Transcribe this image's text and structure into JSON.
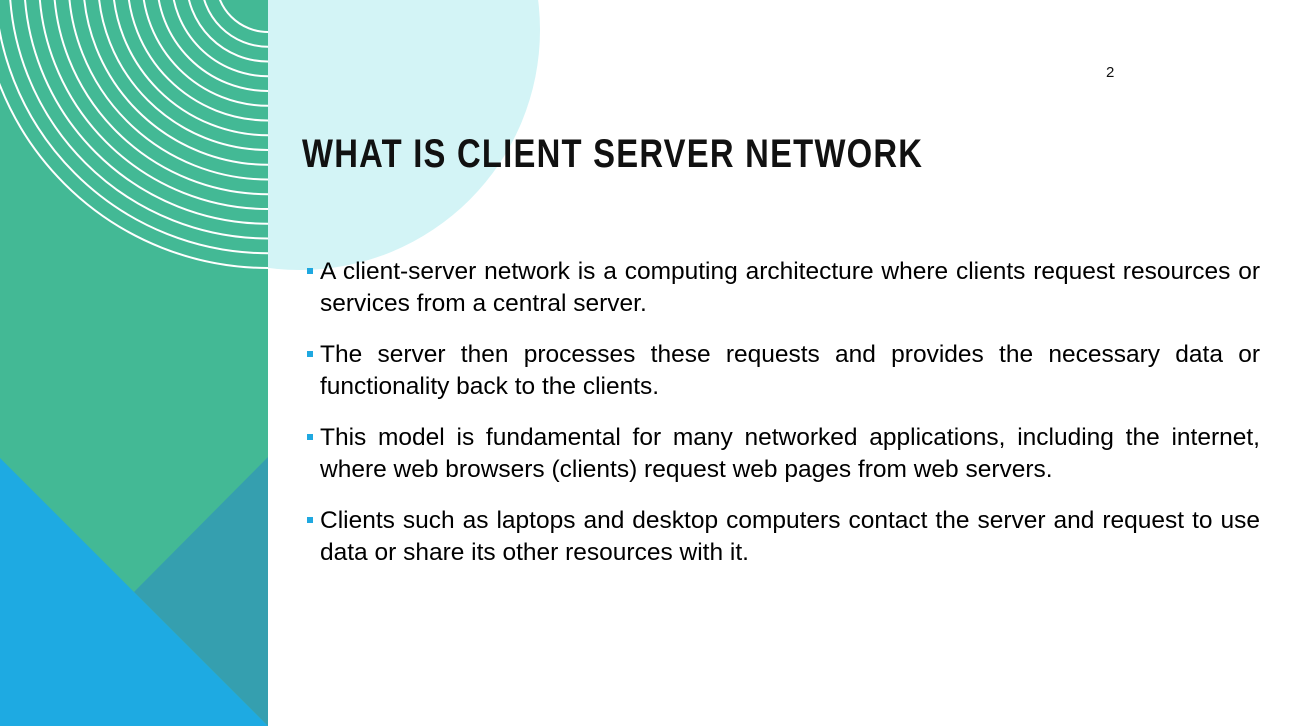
{
  "slide": {
    "page_number": "2",
    "title": "WHAT IS CLIENT SERVER NETWORK",
    "bullets": [
      "A client-server network is a computing architecture where clients request resources or services from a central server.",
      "The server then processes these requests and provides the necessary data or functionality back to the clients.",
      "This model is fundamental for many networked applications, including the internet, where web browsers (clients) request web pages from web servers.",
      "Clients such as laptops and desktop computers contact the server and request to use data or share its other resources with it."
    ]
  },
  "colors": {
    "green": "#43b995",
    "teal": "#359faf",
    "blue": "#1eaae2",
    "light_circle": "#d3f4f6",
    "bullet": "#1fa8e0"
  }
}
